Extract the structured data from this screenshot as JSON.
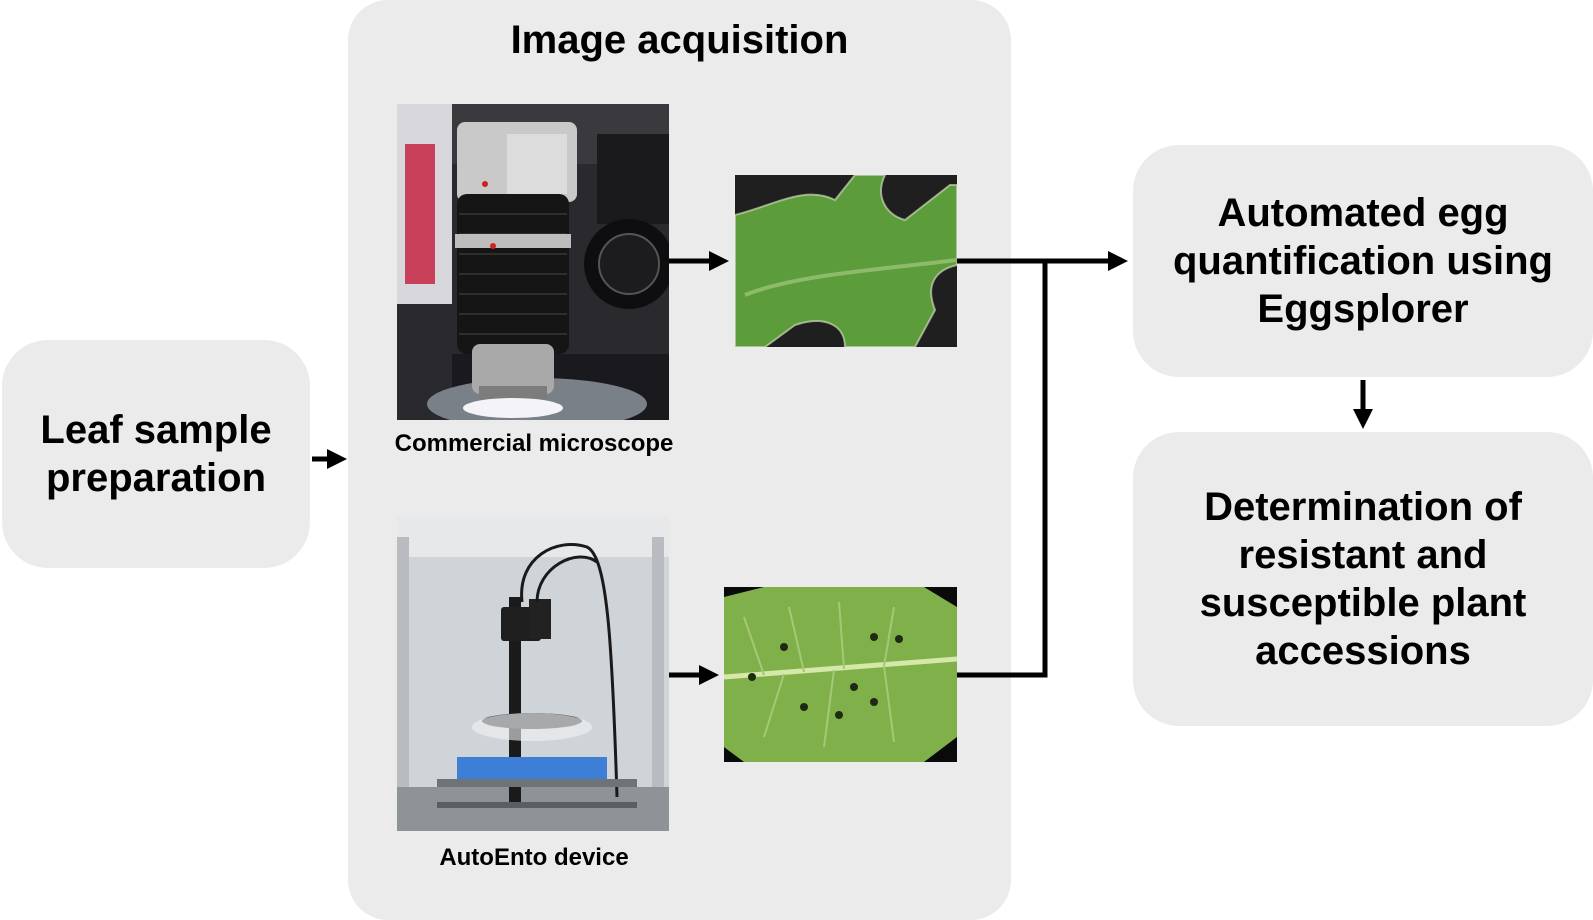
{
  "nodes": {
    "leaf_prep": "Leaf sample preparation",
    "image_acquisition": "Image acquisition",
    "microscope_caption": "Commercial microscope",
    "autoento_caption": "AutoEnto device",
    "quantification": "Automated egg quantification using Eggsplorer",
    "determination": "Determination of resistant and susceptible plant accessions"
  },
  "images": {
    "microscope_photo": "photo of a commercial microscope lens over a sample",
    "autoento_photo": "photo of the AutoEnto imaging device",
    "leaf_microscope": "microscope image of a hairy green leaf",
    "leaf_autoento": "AutoEnto image of a green leaf with eggs"
  },
  "colors": {
    "box_fill": "#ebebeb",
    "arrow": "#000000",
    "leaf_green": "#5d9c3a",
    "leaf_bg": "#1f1f1f"
  }
}
